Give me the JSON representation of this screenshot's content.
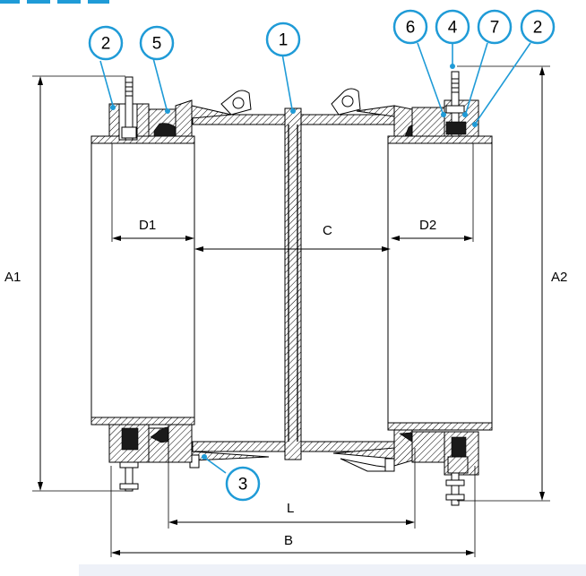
{
  "dimensions": {
    "A1": "A1",
    "A2": "A2",
    "B": "B",
    "C": "C",
    "D1": "D1",
    "D2": "D2",
    "L": "L"
  },
  "callouts": {
    "c1": "1",
    "c2_left": "2",
    "c2_right": "2",
    "c3": "3",
    "c4": "4",
    "c5": "5",
    "c6": "6",
    "c7": "7"
  },
  "colors": {
    "accent": "#1f9bd7",
    "footer": "#eef1f8"
  }
}
